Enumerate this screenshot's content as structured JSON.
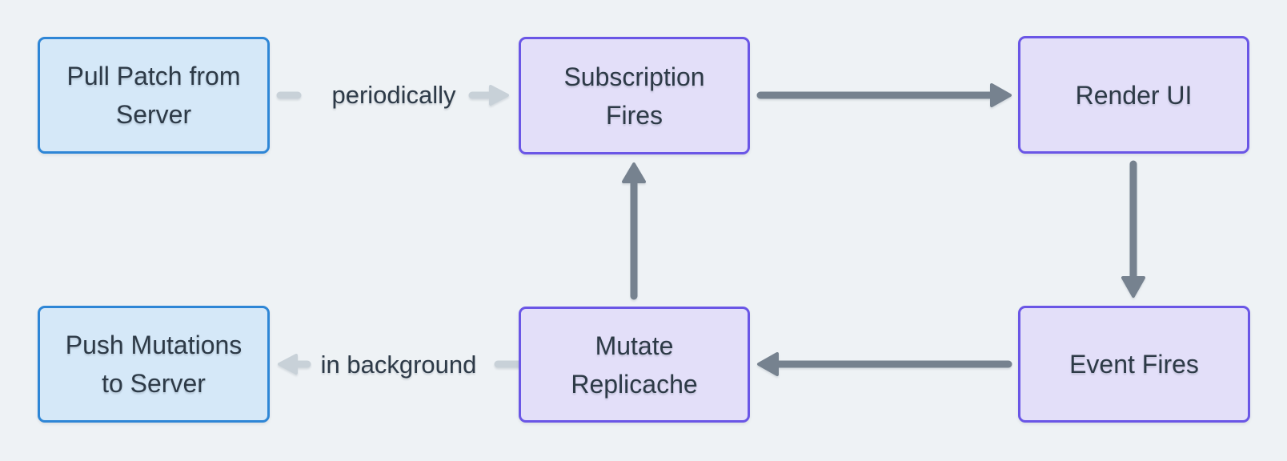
{
  "diagram": {
    "nodes": [
      {
        "id": "pull-patch-from-server",
        "label": "Pull Patch from Server",
        "label_lines": [
          "Pull Patch from",
          "Server"
        ],
        "color": "blue"
      },
      {
        "id": "subscription-fires",
        "label": "Subscription Fires",
        "label_lines": [
          "Subscription",
          "Fires"
        ],
        "color": "purple"
      },
      {
        "id": "render-ui",
        "label": "Render UI",
        "label_lines": [
          "Render UI"
        ],
        "color": "purple"
      },
      {
        "id": "push-mutations-to-server",
        "label": "Push Mutations to Server",
        "label_lines": [
          "Push Mutations",
          "to Server"
        ],
        "color": "blue"
      },
      {
        "id": "mutate-replicache",
        "label": "Mutate Replicache",
        "label_lines": [
          "Mutate",
          "Replicache"
        ],
        "color": "purple"
      },
      {
        "id": "event-fires",
        "label": "Event Fires",
        "label_lines": [
          "Event Fires"
        ],
        "color": "purple"
      }
    ],
    "edges": [
      {
        "from": "pull-patch-from-server",
        "to": "subscription-fires",
        "label": "periodically",
        "style": "light"
      },
      {
        "from": "subscription-fires",
        "to": "render-ui",
        "label": "",
        "style": "dark"
      },
      {
        "from": "render-ui",
        "to": "event-fires",
        "label": "",
        "style": "dark"
      },
      {
        "from": "event-fires",
        "to": "mutate-replicache",
        "label": "",
        "style": "dark"
      },
      {
        "from": "mutate-replicache",
        "to": "subscription-fires",
        "label": "",
        "style": "dark"
      },
      {
        "from": "mutate-replicache",
        "to": "push-mutations-to-server",
        "label": "in background",
        "style": "light"
      }
    ]
  },
  "colors": {
    "background": "#eef2f5",
    "blue_node_fill": "#d5e8f8",
    "blue_node_border": "#2e86d6",
    "purple_node_fill": "#e3dff9",
    "purple_node_border": "#6a56e6",
    "dark_arrow": "#76828f",
    "light_arrow": "#c8d1d8",
    "text": "#2d3a47"
  }
}
